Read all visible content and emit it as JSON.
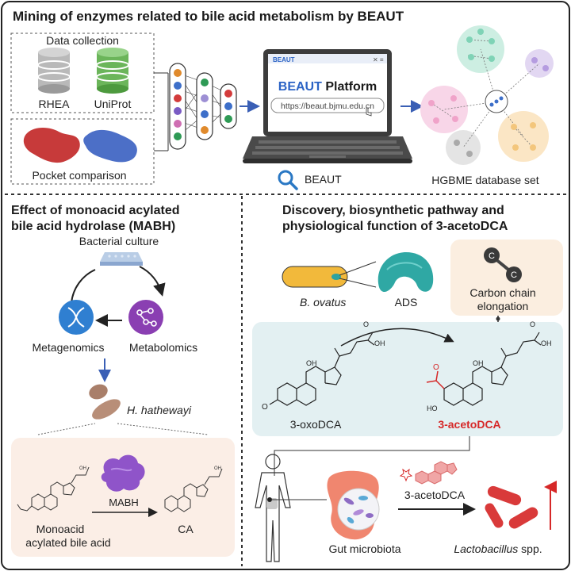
{
  "top": {
    "title": "Mining of enzymes related to bile acid metabolism by BEAUT",
    "data_collection": "Data collection",
    "db1": "RHEA",
    "db2": "UniProt",
    "pocket": "Pocket comparison",
    "platform_brand": "BEAUT",
    "platform_title_1": "BEAUT",
    "platform_title_2": " Platform",
    "url": "https://beaut.bjmu.edu.cn",
    "search_label": "BEAUT",
    "db_set": "HGBME database set"
  },
  "left": {
    "title_1": "Effect of monoacid acylated",
    "title_2": "bile acid hydrolase (MABH)",
    "culture": "Bacterial culture",
    "metagenomics": "Metagenomics",
    "metabolomics": "Metabolomics",
    "species": "H. hathewayi",
    "enzyme": "MABH",
    "substrate_1": "Monoacid",
    "substrate_2": "acylated bile acid",
    "product": "CA"
  },
  "right": {
    "title_1": "Discovery, biosynthetic pathway and",
    "title_2": "physiological function of 3-acetoDCA",
    "species": "B. ovatus",
    "enzyme": "ADS",
    "atom_c": "C",
    "elong_1": "Carbon chain",
    "elong_2": "elongation",
    "substrate": "3-oxoDCA",
    "product": "3-acetoDCA",
    "metabolite": "3-acetoDCA",
    "gut": "Gut microbiota",
    "lacto": "Lactobacillus",
    "lacto_suffix": " spp."
  },
  "colors": {
    "accent_red": "#d62828",
    "platform_blue": "#2b63c5",
    "arrow_blue": "#3a5fb5"
  }
}
